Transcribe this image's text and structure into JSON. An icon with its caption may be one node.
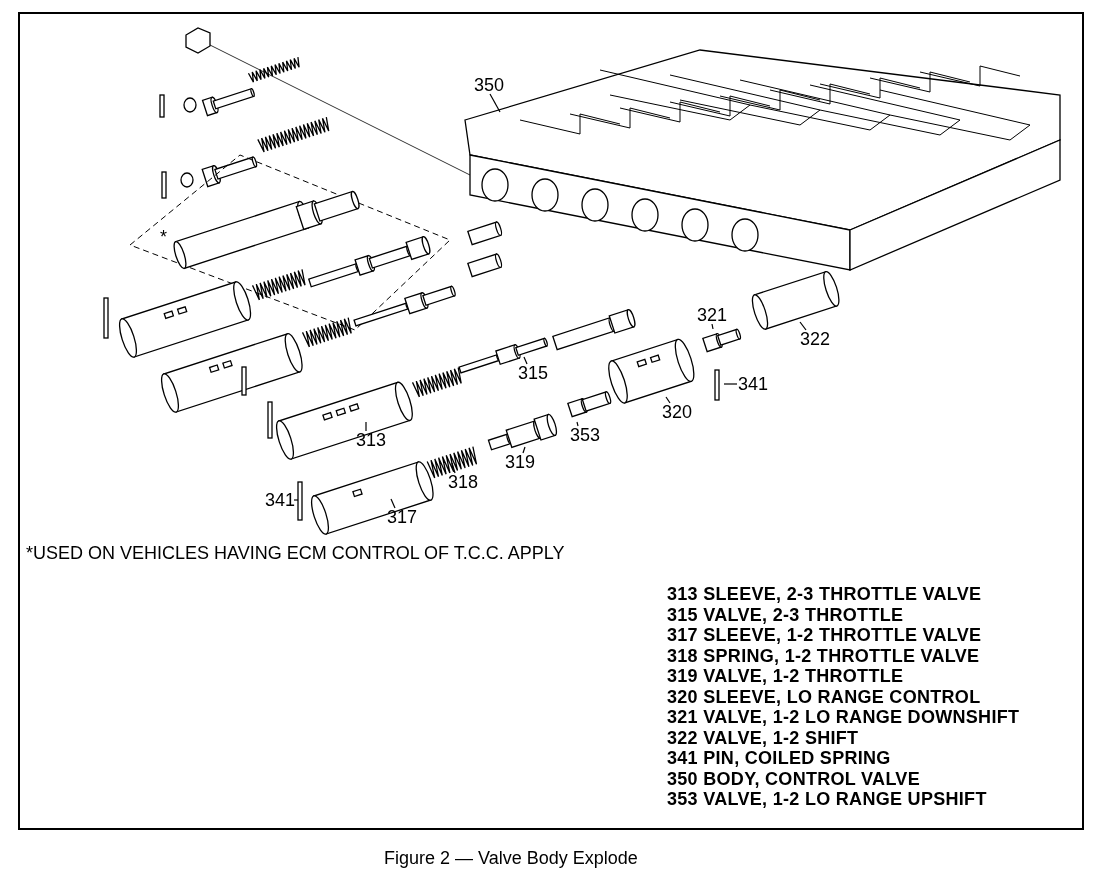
{
  "diagram": {
    "caption": "Figure 2 — Valve Body Explode",
    "nodes": [
      {
        "text": [
          "350"
        ]
      },
      {
        "text": [
          "321"
        ]
      },
      {
        "text": [
          "322"
        ]
      },
      {
        "text": [
          "315"
        ]
      },
      {
        "text": [
          "341"
        ]
      },
      {
        "text": [
          "320"
        ]
      },
      {
        "text": [
          "353"
        ]
      },
      {
        "text": [
          "313"
        ]
      },
      {
        "text": [
          "319"
        ]
      },
      {
        "text": [
          "318"
        ]
      },
      {
        "text": [
          "341"
        ]
      },
      {
        "text": [
          "317"
        ]
      }
    ],
    "edges": [
      {
        "from": 0,
        "to": null,
        "arrow": "none"
      },
      {
        "from": 1,
        "to": null,
        "arrow": "none"
      },
      {
        "from": 2,
        "to": null,
        "arrow": "none"
      },
      {
        "from": 3,
        "to": null,
        "arrow": "none"
      },
      {
        "from": 4,
        "to": null,
        "arrow": "none"
      },
      {
        "from": 5,
        "to": null,
        "arrow": "none"
      },
      {
        "from": 6,
        "to": null,
        "arrow": "none"
      },
      {
        "from": 7,
        "to": null,
        "arrow": "none"
      },
      {
        "from": 8,
        "to": null,
        "arrow": "none"
      },
      {
        "from": 9,
        "to": null,
        "arrow": "none"
      },
      {
        "from": 10,
        "to": null,
        "arrow": "none"
      },
      {
        "from": 11,
        "to": null,
        "arrow": "none"
      }
    ],
    "labels": [
      "*",
      "*USED ON VEHICLES HAVING ECM CONTROL OF T.C.C. APPLY",
      "313 SLEEVE, 2-3 THROTTLE VALVE",
      "315 VALVE, 2-3 THROTTLE",
      "317 SLEEVE, 1-2 THROTTLE VALVE",
      "318 SPRING, 1-2 THROTTLE VALVE",
      "319 VALVE, 1-2 THROTTLE",
      "320 SLEEVE, LO RANGE CONTROL",
      "321 VALVE, 1-2 LO RANGE DOWNSHIFT",
      "322 VALVE, 1-2 SHIFT",
      "341 PIN, COILED SPRING",
      "350 BODY, CONTROL VALVE",
      "353 VALVE, 1-2 LO RANGE UPSHIFT"
    ]
  }
}
